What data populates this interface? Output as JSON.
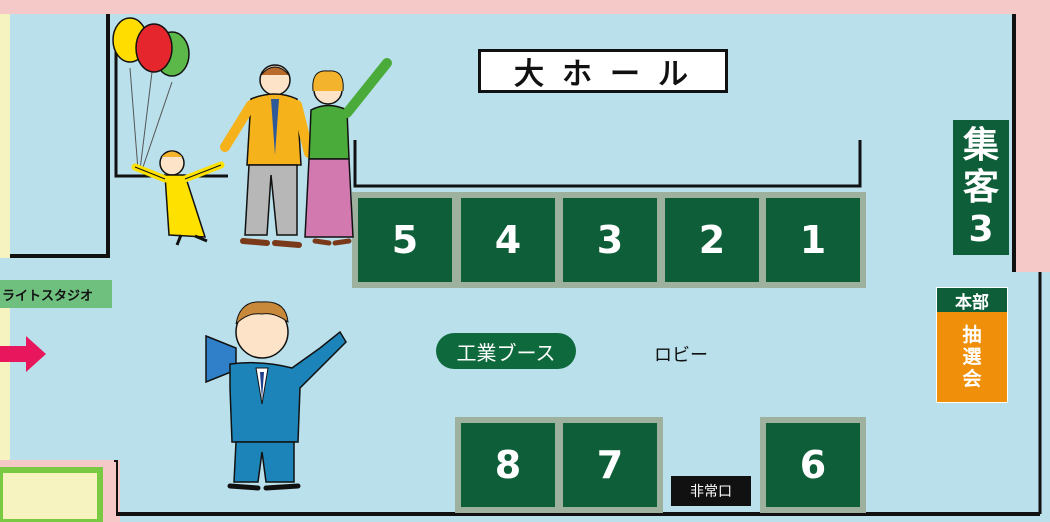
{
  "hall": {
    "title": "大ホール"
  },
  "booths_top": [
    "5",
    "4",
    "3",
    "2",
    "1"
  ],
  "booths_bottom": [
    "8",
    "7",
    "6"
  ],
  "signs": {
    "shuukyaku": [
      "集",
      "客",
      "3"
    ],
    "honbu": "本部",
    "chusen": [
      "抽",
      "選",
      "会"
    ],
    "studio": "ライトスタジオ",
    "kogyo_booth": "工業ブース",
    "lobby": "ロビー",
    "emergency_exit": "非常口"
  },
  "colors": {
    "floor": "#b9e0eb",
    "booth": "#0e5e3a",
    "booth_border": "#9db19e",
    "sign_green": "#0e5e3a",
    "orange": "#f0900a",
    "arrow": "#e8175d",
    "wall_pink": "#f6c9c9"
  },
  "icons": [
    "balloons-icon",
    "family-icon",
    "megaphone-man-icon",
    "arrow-right-icon"
  ]
}
